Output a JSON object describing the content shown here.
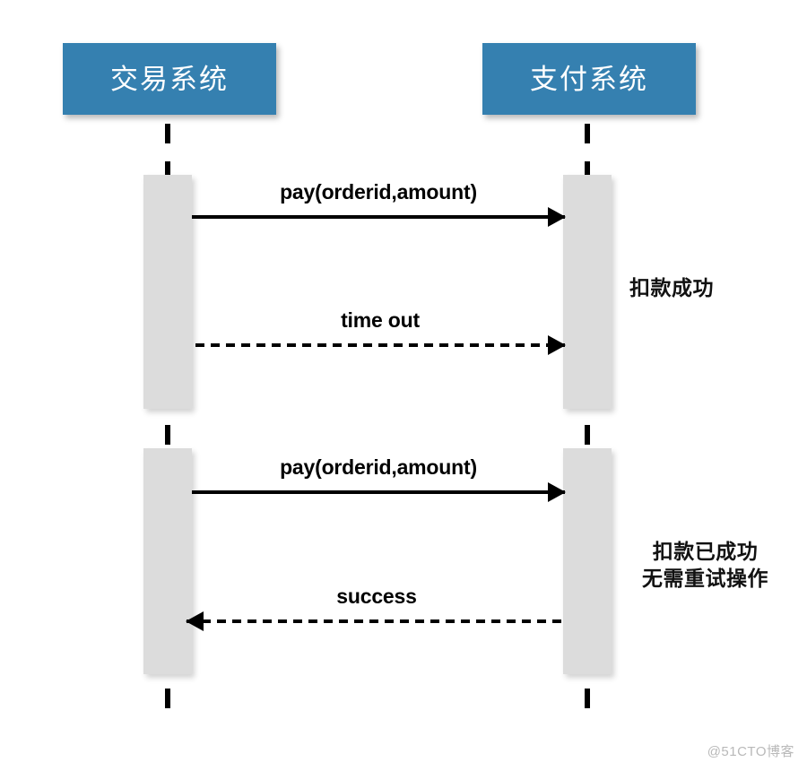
{
  "diagram": {
    "type": "sequence-diagram",
    "actors": [
      {
        "id": "trade",
        "label": "交易系统"
      },
      {
        "id": "pay",
        "label": "支付系统"
      }
    ],
    "messages": [
      {
        "id": "pay-call-1",
        "label": "pay(orderid,amount)",
        "from": "trade",
        "to": "pay",
        "style": "solid",
        "direction": "right"
      },
      {
        "id": "timeout",
        "label": "time out",
        "from": "trade",
        "to": "pay",
        "style": "dashed",
        "direction": "right"
      },
      {
        "id": "pay-call-2",
        "label": "pay(orderid,amount)",
        "from": "trade",
        "to": "pay",
        "style": "solid",
        "direction": "right"
      },
      {
        "id": "success",
        "label": "success",
        "from": "pay",
        "to": "trade",
        "style": "dashed",
        "direction": "left"
      }
    ],
    "notes": [
      {
        "id": "note-deduct-ok",
        "lines": [
          "扣款成功"
        ]
      },
      {
        "id": "note-already-ok",
        "lines": [
          "扣款已成功",
          "无需重试操作"
        ]
      }
    ]
  },
  "watermark": {
    "text": "@51CTO博客"
  },
  "colors": {
    "actor_box_fill": "#3580b0",
    "actor_label": "#ffffff",
    "activation_fill": "#dcdcdc",
    "line": "#000000",
    "background": "#ffffff",
    "watermark": "#b9b9b9"
  }
}
